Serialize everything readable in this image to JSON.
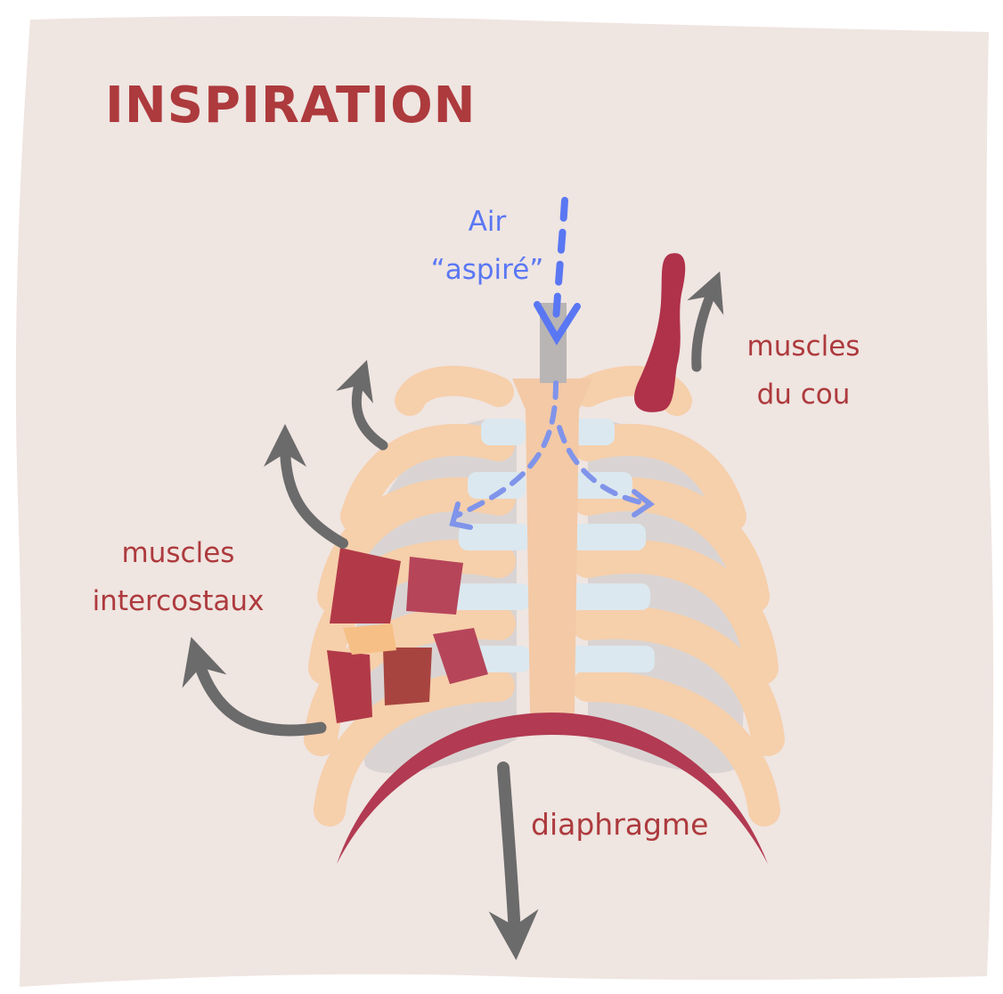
{
  "title": "INSPIRATION",
  "labels": {
    "air_line1": "Air",
    "air_line2": "“aspiré”",
    "neck_line1": "muscles",
    "neck_line2": "du cou",
    "intercostal_line1": "muscles",
    "intercostal_line2": "intercostaux",
    "diaphragm": "diaphragme"
  },
  "colors": {
    "background_paper": "#efe5e1",
    "title_red": "#ad3a3d",
    "air_blue": "#5a77f3",
    "muscle_red": "#b23a4e",
    "arrow_gray": "#6b6b6b",
    "rib_peach": "#f6cfab",
    "cartilage_blue": "#dbe8ef"
  },
  "icons": [
    "air-flow-arrow-icon",
    "expansion-arrow-icon",
    "diaphragm-down-arrow-icon"
  ]
}
